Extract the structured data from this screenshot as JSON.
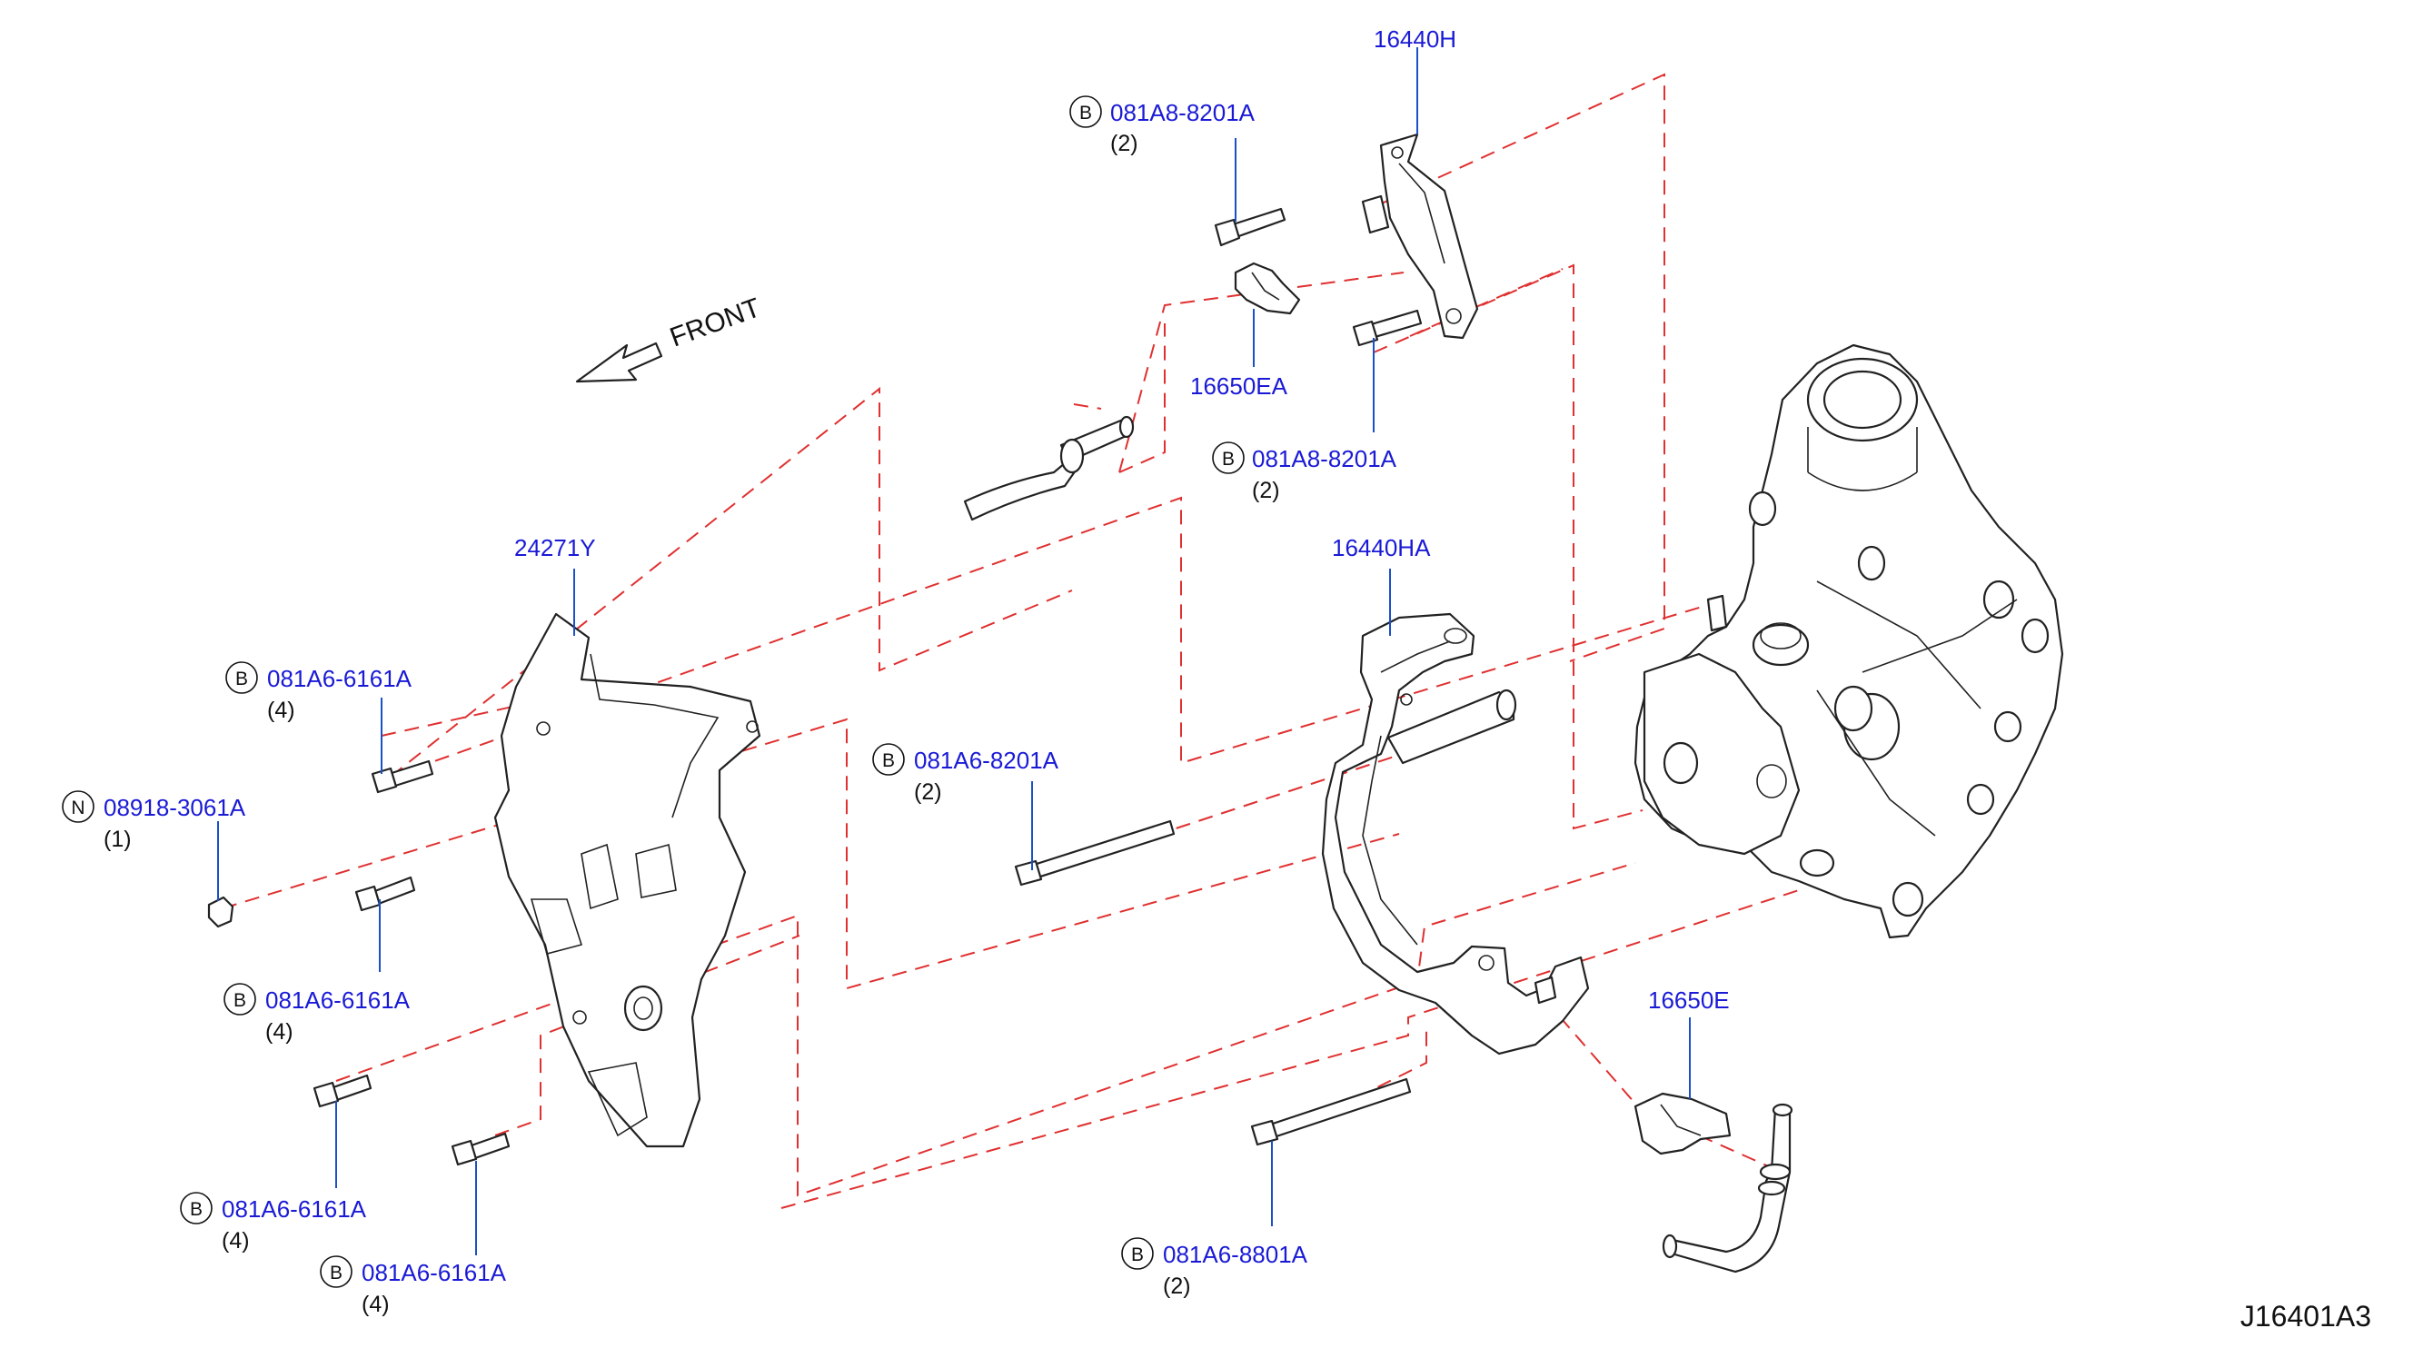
{
  "figure_code": "J16401A3",
  "front_label": "FRONT",
  "parts": {
    "p16440H": "16440H",
    "p16650EA": "16650EA",
    "p16440HA": "16440HA",
    "p16650E": "16650E",
    "p24271Y": "24271Y"
  },
  "callouts": [
    {
      "marker": "B",
      "part": "081A8-8201A",
      "qty": "(2)"
    },
    {
      "marker": "B",
      "part": "081A8-8201A",
      "qty": "(2)"
    },
    {
      "marker": "B",
      "part": "081A6-6161A",
      "qty": "(4)"
    },
    {
      "marker": "N",
      "part": "08918-3061A",
      "qty": "(1)"
    },
    {
      "marker": "B",
      "part": "081A6-8201A",
      "qty": "(2)"
    },
    {
      "marker": "B",
      "part": "081A6-6161A",
      "qty": "(4)"
    },
    {
      "marker": "B",
      "part": "081A6-6161A",
      "qty": "(4)"
    },
    {
      "marker": "B",
      "part": "081A6-6161A",
      "qty": "(4)"
    },
    {
      "marker": "B",
      "part": "081A6-8801A",
      "qty": "(2)"
    }
  ]
}
